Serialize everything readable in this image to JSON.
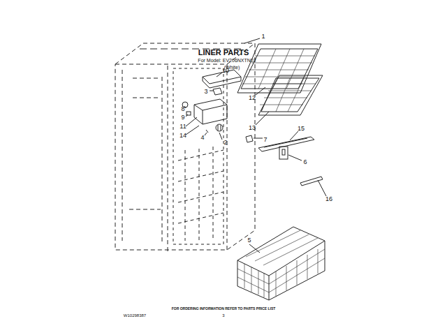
{
  "diagram": {
    "title": "LINER PARTS",
    "labels": [
      "For Model: EV206NXTN02",
      "(White)",
      "1",
      "12",
      "13",
      "10",
      "3",
      "8",
      "9",
      "11",
      "14",
      "4",
      "2",
      "7",
      "15",
      "6",
      "16",
      "5",
      "FOR ORDERING INFORMATION REFER TO PARTS PRICE LIST",
      "W10298387",
      "3"
    ]
  }
}
